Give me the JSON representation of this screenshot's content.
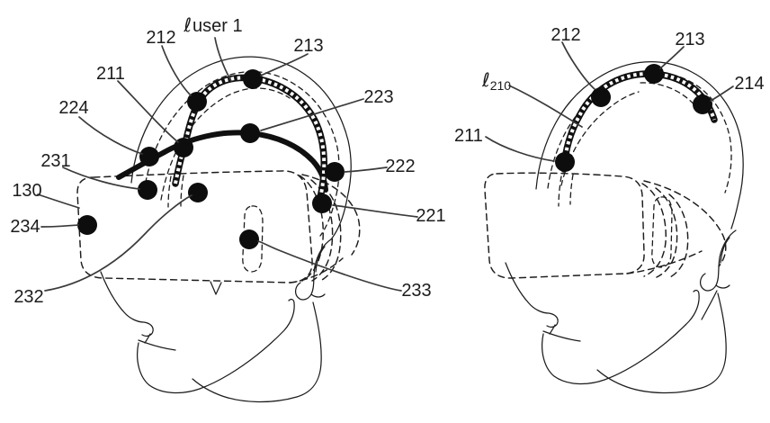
{
  "colors": {
    "ink": "#1c1c1c",
    "paper": "#ffffff"
  },
  "left_figure": {
    "labels": {
      "l212": "212",
      "luser_symbol": "ℓ",
      "luser_text": "user 1",
      "l213": "213",
      "l211": "211",
      "l224": "224",
      "l231": "231",
      "l130": "130",
      "l234": "234",
      "l232": "232",
      "l223": "223",
      "l222": "222",
      "l221": "221",
      "l233": "233"
    }
  },
  "right_figure": {
    "labels": {
      "l212": "212",
      "l213": "213",
      "l210_symbol": "ℓ",
      "l210_sub": "210",
      "l214": "214",
      "l211": "211"
    }
  }
}
